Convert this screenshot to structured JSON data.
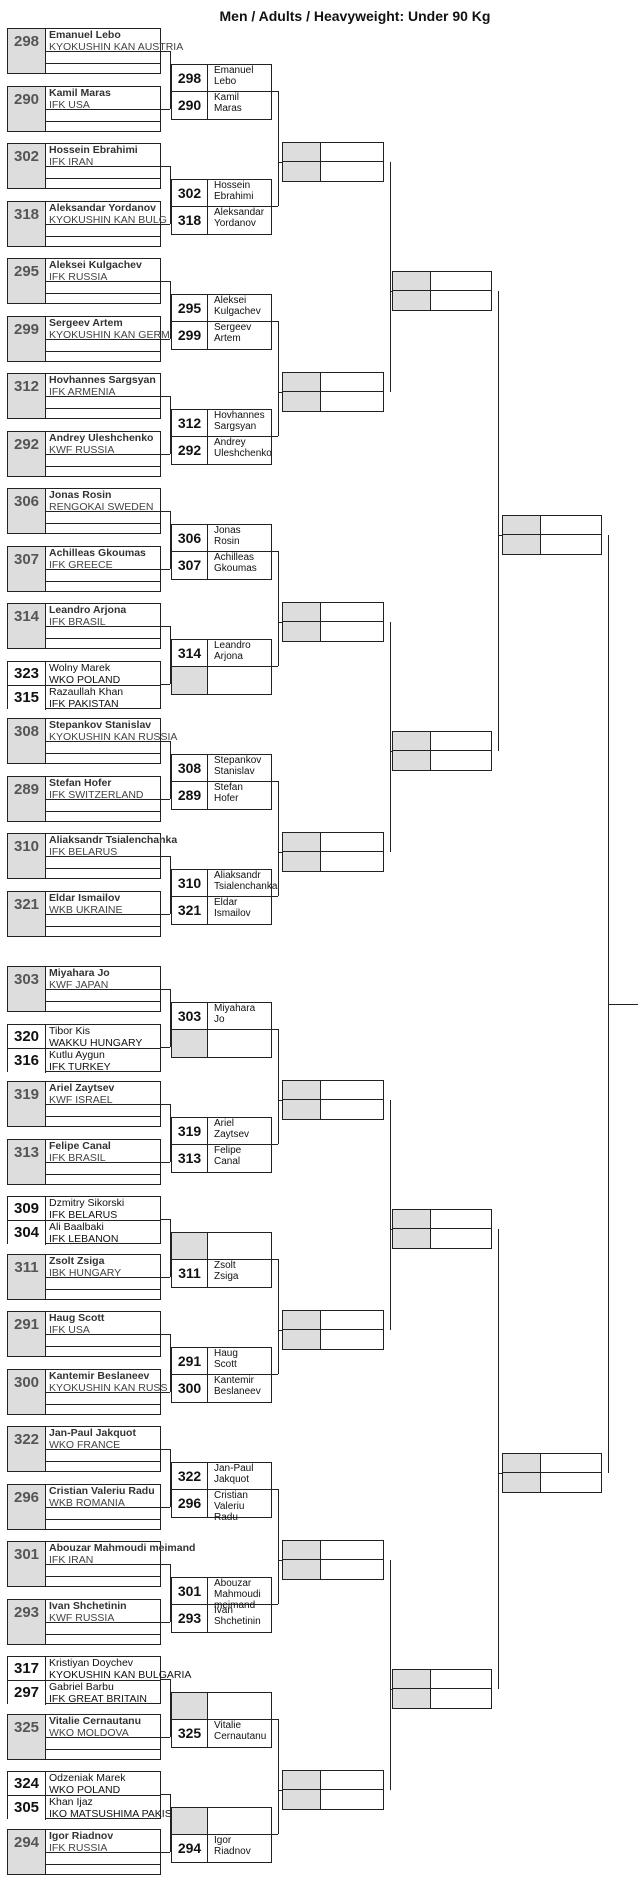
{
  "title": "Men / Adults / Heavyweight: Under 90 Kg",
  "round1": [
    {
      "num": "298",
      "name": "Emanuel Lebo",
      "club": "KYOKUSHIN KAN AUSTRIA"
    },
    {
      "num": "290",
      "name": "Kamil Maras",
      "club": "IFK USA"
    },
    {
      "num": "302",
      "name": "Hossein Ebrahimi",
      "club": "IFK IRAN"
    },
    {
      "num": "318",
      "name": "Aleksandar Yordanov",
      "club": "KYOKUSHIN KAN BULG"
    },
    {
      "num": "295",
      "name": "Aleksei Kulgachev",
      "club": "IFK RUSSIA"
    },
    {
      "num": "299",
      "name": "Sergeev Artem",
      "club": "KYOKUSHIN KAN GERM"
    },
    {
      "num": "312",
      "name": "Hovhannes Sargsyan",
      "club": "IFK ARMENIA"
    },
    {
      "num": "292",
      "name": "Andrey Uleshchenko",
      "club": "KWF RUSSIA"
    },
    {
      "num": "306",
      "name": "Jonas Rosin",
      "club": "RENGOKAI SWEDEN"
    },
    {
      "num": "307",
      "name": "Achilleas Gkoumas",
      "club": "IFK GREECE"
    },
    {
      "num": "314",
      "name": "Leandro Arjona",
      "club": "IFK BRASIL"
    },
    {
      "num": "323",
      "name": "Wolny Marek",
      "club": "WKO POLAND",
      "num2": "315",
      "name2": "Razaullah Khan",
      "club2": "IFK PAKISTAN"
    },
    {
      "num": "308",
      "name": "Stepankov Stanislav",
      "club": "KYOKUSHIN KAN RUSSIA"
    },
    {
      "num": "289",
      "name": "Stefan Hofer",
      "club": "IFK SWITZERLAND"
    },
    {
      "num": "310",
      "name": "Aliaksandr Tsialenchanka",
      "club": "IFK BELARUS"
    },
    {
      "num": "321",
      "name": "Eldar Ismailov",
      "club": "WKB UKRAINE"
    },
    {
      "num": "303",
      "name": "Miyahara Jo",
      "club": "KWF JAPAN"
    },
    {
      "num": "320",
      "name": "Tibor Kis",
      "club": "WAKKU HUNGARY",
      "num2": "316",
      "name2": "Kutlu Aygun",
      "club2": "IFK TURKEY"
    },
    {
      "num": "319",
      "name": "Ariel Zaytsev",
      "club": "KWF ISRAEL"
    },
    {
      "num": "313",
      "name": "Felipe Canal",
      "club": "IFK BRASIL"
    },
    {
      "num": "309",
      "name": "Dzmitry Sikorski",
      "club": "IFK BELARUS",
      "num2": "304",
      "name2": "Ali Baalbaki",
      "club2": "IFK LEBANON"
    },
    {
      "num": "311",
      "name": "Zsolt Zsiga",
      "club": "IBK HUNGARY"
    },
    {
      "num": "291",
      "name": "Haug Scott",
      "club": "IFK USA"
    },
    {
      "num": "300",
      "name": "Kantemir Beslaneev",
      "club": "KYOKUSHIN KAN RUSS"
    },
    {
      "num": "322",
      "name": "Jan-Paul Jakquot",
      "club": "WKO FRANCE"
    },
    {
      "num": "296",
      "name": "Cristian Valeriu Radu",
      "club": "WKB ROMANIA"
    },
    {
      "num": "301",
      "name": "Abouzar Mahmoudi meimand",
      "club": "IFK IRAN"
    },
    {
      "num": "293",
      "name": "Ivan Shchetinin",
      "club": "KWF RUSSIA"
    },
    {
      "num": "317",
      "name": "Kristiyan Doychev",
      "club": "KYOKUSHIN KAN BULGARIA",
      "num2": "297",
      "name2": "Gabriel Barbu",
      "club2": "IFK GREAT BRITAIN"
    },
    {
      "num": "325",
      "name": "Vitalie Cernautanu",
      "club": "WKO MOLDOVA"
    },
    {
      "num": "324",
      "name": "Odzeniak Marek",
      "club": "WKO POLAND",
      "num2": "305",
      "name2": "Khan Ijaz",
      "club2": "IKO MATSUSHIMA PAKIS"
    },
    {
      "num": "294",
      "name": "Igor Riadnov",
      "club": "IFK RUSSIA"
    }
  ],
  "round2": [
    {
      "a": {
        "num": "298",
        "name": "Emanuel Lebo"
      },
      "b": {
        "num": "290",
        "name": "Kamil Maras"
      }
    },
    {
      "a": {
        "num": "302",
        "name": "Hossein Ebrahimi"
      },
      "b": {
        "num": "318",
        "name": "Aleksandar Yordanov"
      }
    },
    {
      "a": {
        "num": "295",
        "name": "Aleksei Kulgachev"
      },
      "b": {
        "num": "299",
        "name": "Sergeev Artem"
      }
    },
    {
      "a": {
        "num": "312",
        "name": "Hovhannes Sargsyan"
      },
      "b": {
        "num": "292",
        "name": "Andrey Uleshchenko"
      }
    },
    {
      "a": {
        "num": "306",
        "name": "Jonas Rosin"
      },
      "b": {
        "num": "307",
        "name": "Achilleas Gkoumas"
      }
    },
    {
      "a": {
        "num": "314",
        "name": "Leandro Arjona"
      },
      "b": {
        "num": "",
        "name": ""
      }
    },
    {
      "a": {
        "num": "308",
        "name": "Stepankov Stanislav"
      },
      "b": {
        "num": "289",
        "name": "Stefan Hofer"
      }
    },
    {
      "a": {
        "num": "310",
        "name": "Aliaksandr Tsialenchanka"
      },
      "b": {
        "num": "321",
        "name": "Eldar Ismailov"
      }
    },
    {
      "a": {
        "num": "303",
        "name": "Miyahara Jo"
      },
      "b": {
        "num": "",
        "name": ""
      }
    },
    {
      "a": {
        "num": "319",
        "name": "Ariel Zaytsev"
      },
      "b": {
        "num": "313",
        "name": "Felipe Canal"
      }
    },
    {
      "a": {
        "num": "",
        "name": ""
      },
      "b": {
        "num": "311",
        "name": "Zsolt Zsiga"
      }
    },
    {
      "a": {
        "num": "291",
        "name": "Haug Scott"
      },
      "b": {
        "num": "300",
        "name": "Kantemir Beslaneev"
      }
    },
    {
      "a": {
        "num": "322",
        "name": "Jan-Paul Jakquot"
      },
      "b": {
        "num": "296",
        "name": "Cristian Valeriu Radu"
      }
    },
    {
      "a": {
        "num": "301",
        "name": "Abouzar Mahmoudi meimand"
      },
      "b": {
        "num": "293",
        "name": "Ivan Shchetinin"
      }
    },
    {
      "a": {
        "num": "",
        "name": ""
      },
      "b": {
        "num": "325",
        "name": "Vitalie Cernautanu"
      }
    },
    {
      "a": {
        "num": "",
        "name": ""
      },
      "b": {
        "num": "294",
        "name": "Igor Riadnov"
      }
    }
  ]
}
